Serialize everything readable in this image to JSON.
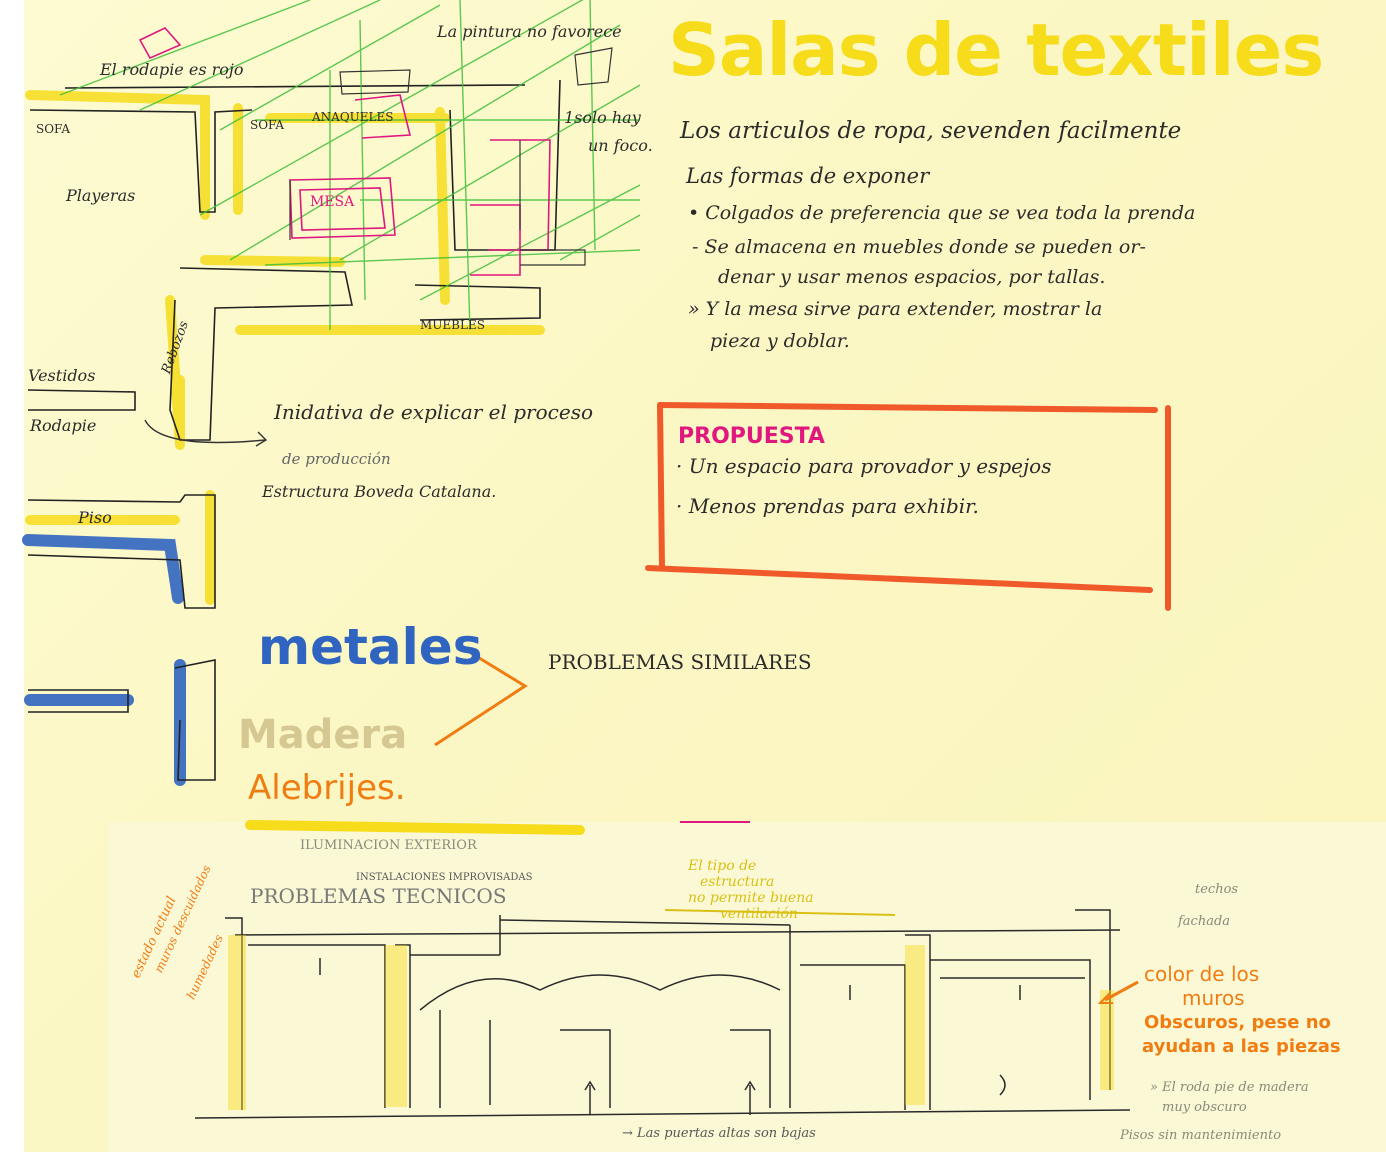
{
  "title": "Salas de textiles",
  "intro": {
    "line1": "Los articulos de ropa, sevenden facilmente",
    "line2": "Las formas de exponer",
    "bullet1": "• Colgados de preferencia que se vea toda la prenda",
    "bullet2a": "- Se almacena en muebles donde se pueden or-",
    "bullet2b": "denar y usar menos espacios, por tallas.",
    "bullet3a": "» Y la mesa sirve para extender, mostrar la",
    "bullet3b": "pieza y doblar."
  },
  "sketch_labels": {
    "pintura": "La pintura no favorece",
    "rodapie_rojo": "El rodapie es rojo",
    "solo_foco": "1solo hay",
    "solo_foco2": "un foco.",
    "sofa1": "SOFA",
    "sofa2": "SOFA",
    "anaqueles": "ANAQUELES",
    "playeras": "Playeras",
    "mesa": "MESA",
    "muebles": "MUEBLES",
    "rebozos": "Rebozos",
    "vestidos": "Vestidos",
    "rodapie": "Rodapie",
    "piso": "Piso"
  },
  "initiative": {
    "line1": "Inidativa de explicar el proceso",
    "line2": "de producción",
    "line3": "Estructura Boveda Catalana."
  },
  "propuesta": {
    "title": "PROPUESTA",
    "item1": "· Un espacio para provador y espejos",
    "item2": "· Menos prendas para exhibir."
  },
  "materials": {
    "metales": "metales",
    "madera": "Madera",
    "alebrijes": "Alebrijes.",
    "problemas": "PROBLEMAS SIMILARES"
  },
  "section": {
    "problemas_tecnicos": "PROBLEMAS TECNICOS",
    "instalaciones": "INSTALACIONES IMPROVISADAS",
    "estado_actual": "estado actual",
    "muros": "muros descuidados",
    "humedades": "humedades",
    "estructura1": "El tipo de",
    "estructura2": "estructura",
    "estructura3": "no permite buena",
    "estructura4": "ventilación",
    "color1": "color de los",
    "color2": "muros",
    "color3": "Obscuros, pese no",
    "color4": "ayudan a las piezas",
    "rodapie_madera": "» El roda pie de madera",
    "rodapie_madera2": "muy obscuro",
    "puertas": "→ Las puertas altas son bajas",
    "techos": "techos",
    "fachada": "fachada",
    "pisos": "Pisos sin mantenimiento",
    "iluminacion": "ILUMINACION EXTERIOR"
  },
  "colors": {
    "yellow": "#f7dc1c",
    "orange": "#f07d12",
    "magenta": "#e0177e",
    "blue": "#2f64c0",
    "green": "#3fbf3a",
    "propuesta_box": "#f05a2a"
  }
}
